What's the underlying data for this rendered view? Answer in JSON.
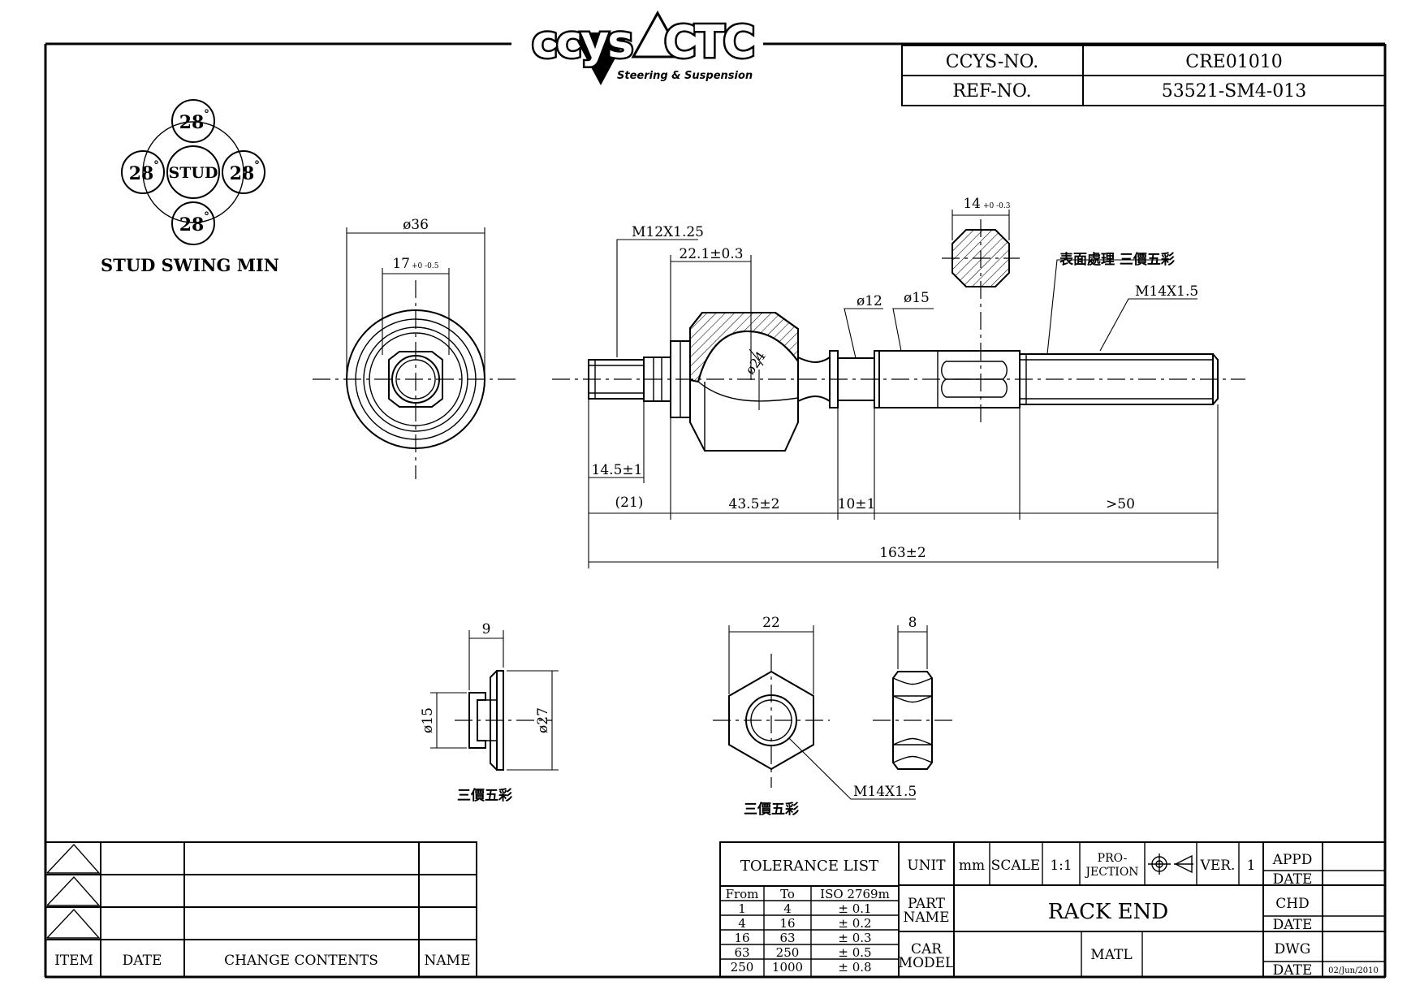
{
  "logo": {
    "brand_left": "ccys",
    "brand_right": "CTC",
    "tagline": "Steering & Suspension"
  },
  "header": {
    "ccys_no_label": "CCYS-NO.",
    "ccys_no_value": "CRE01010",
    "ref_no_label": "REF-NO.",
    "ref_no_value": "53521-SM4-013"
  },
  "stud_swing": {
    "center": "STUD",
    "top": "28",
    "left": "28",
    "right": "28",
    "bottom": "28",
    "degree_mark": "°",
    "caption": "STUD SWING MIN"
  },
  "dimensions": {
    "end_view_outer": "ø36",
    "end_view_inner": "17",
    "end_view_inner_tol": "+0 -0.5",
    "thread_left": "M12X1.25",
    "ball_offset": "22.1±0.3",
    "ball_dia": "ø24",
    "neck_dia": "ø12",
    "shaft_dia": "ø15",
    "flat_width": "14",
    "flat_tol": "+0 -0.3",
    "finish_note": "表面處理 三價五彩",
    "thread_right": "M14X1.5",
    "stud_len": "14.5±1",
    "seg_21": "(21)",
    "seg_43": "43.5±2",
    "seg_10": "10±1",
    "seg_50": ">50",
    "overall": "163±2"
  },
  "parts": {
    "boot_width": "9",
    "boot_inner": "ø15",
    "boot_outer": "ø27",
    "boot_note": "三價五彩",
    "nut_across": "22",
    "nut_thick": "8",
    "nut_thread": "M14X1.5",
    "nut_note": "三價五彩"
  },
  "revision_table": {
    "headers": [
      "ITEM",
      "DATE",
      "CHANGE CONTENTS",
      "NAME"
    ]
  },
  "title_block": {
    "tolerance_title": "TOLERANCE LIST",
    "tol_headers": [
      "From",
      "To",
      "ISO 2769m"
    ],
    "tol_rows": [
      [
        "1",
        "4",
        "± 0.1"
      ],
      [
        "4",
        "16",
        "± 0.2"
      ],
      [
        "16",
        "63",
        "± 0.3"
      ],
      [
        "63",
        "250",
        "± 0.5"
      ],
      [
        "250",
        "1000",
        "± 0.8"
      ]
    ],
    "unit_label": "UNIT",
    "unit_value": "mm",
    "scale_label": "SCALE",
    "scale_value": "1:1",
    "projection_label_1": "PRO-",
    "projection_label_2": "JECTION",
    "ver_label": "VER.",
    "ver_value": "1",
    "part_name_label_1": "PART",
    "part_name_label_2": "NAME",
    "part_name": "RACK END",
    "car_model_label_1": "CAR",
    "car_model_label_2": "MODEL",
    "matl_label": "MATL",
    "appd": "APPD",
    "chd": "CHD",
    "dwg": "DWG",
    "date": "DATE",
    "dwg_date": "02/Jun/2010"
  }
}
